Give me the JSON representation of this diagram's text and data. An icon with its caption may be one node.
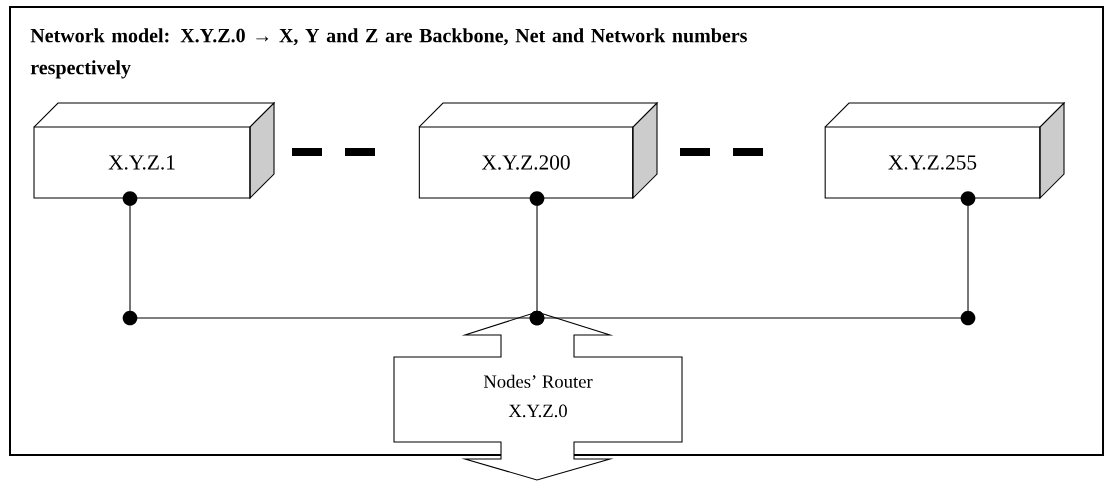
{
  "diagram": {
    "title": "Network model: X.Y.Z.0 → X, Y and Z are Backbone, Net and Network numbers respectively",
    "nodes": [
      {
        "text": [
          "X.Y.Z.1"
        ]
      },
      {
        "text": [
          "X.Y.Z.200"
        ]
      },
      {
        "text": [
          "X.Y.Z.255"
        ]
      },
      {
        "text": [
          "Nodes’ Router",
          "X.Y.Z.0"
        ]
      }
    ],
    "edges": [
      {
        "from": 0,
        "to": 3,
        "arrow": "other"
      },
      {
        "from": 1,
        "to": 3,
        "arrow": "other"
      },
      {
        "from": 2,
        "to": 3,
        "arrow": "other"
      }
    ]
  }
}
